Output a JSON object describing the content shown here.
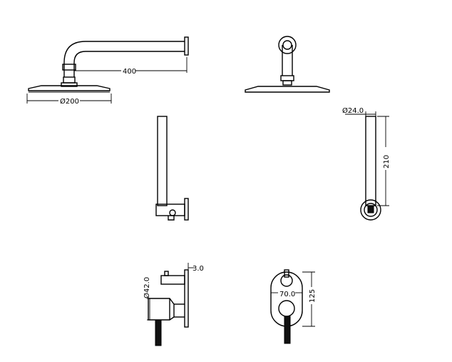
{
  "dimensions": {
    "arm_length": "400",
    "head_diameter": "Ø200",
    "rail_diameter": "Ø24.0",
    "rail_height": "210",
    "mixer_offset": "3.0",
    "mixer_diameter": "Ø42.0",
    "plate_width": "70.0",
    "plate_height": "125"
  }
}
